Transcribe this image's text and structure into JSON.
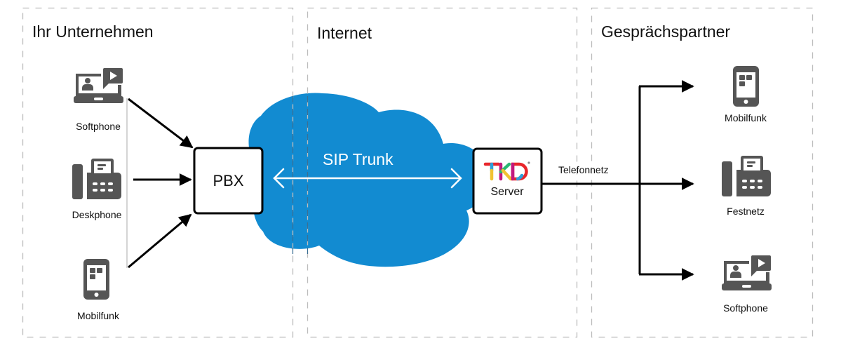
{
  "panels": [
    {
      "title": "Ihr Unternehmen"
    },
    {
      "title": "Internet"
    },
    {
      "title": "Gesprächspartner"
    }
  ],
  "left_devices": [
    {
      "label": "Softphone",
      "icon": "laptop-video-icon"
    },
    {
      "label": "Deskphone",
      "icon": "deskphone-icon"
    },
    {
      "label": "Mobilfunk",
      "icon": "smartphone-icon"
    }
  ],
  "pbx": {
    "label": "PBX"
  },
  "trunk": {
    "label": "SIP Trunk"
  },
  "server": {
    "logo": "TKD",
    "label": "Server"
  },
  "network": {
    "label": "Telefonnetz"
  },
  "right_devices": [
    {
      "label": "Mobilfunk",
      "icon": "smartphone-icon"
    },
    {
      "label": "Festnetz",
      "icon": "deskphone-icon"
    },
    {
      "label": "Softphone",
      "icon": "laptop-video-icon"
    }
  ],
  "colors": {
    "cloud": "#128bd1",
    "icon": "#555555",
    "panel_border": "#bdbdbd",
    "logo_red": "#e8262b",
    "logo_blue": "#2f9fd8",
    "logo_yellow": "#f1c232",
    "logo_magenta": "#c2187e",
    "logo_green": "#2bb673"
  }
}
